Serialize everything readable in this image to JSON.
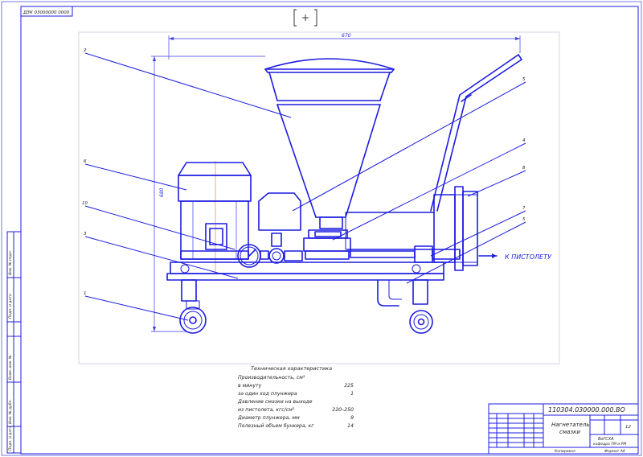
{
  "stamp_top_left": "ДЗК 03000000 0000",
  "dimensions": {
    "width": "670",
    "height": "680"
  },
  "callouts": [
    "2",
    "6",
    "10",
    "3",
    "1",
    "5",
    "4",
    "8",
    "7",
    "5"
  ],
  "outlet_label": "К ПИСТОЛЕТУ",
  "tech_spec": {
    "title": "Техническая характеристика",
    "rows": [
      {
        "label": "Производительность, см³",
        "value": ""
      },
      {
        "label": "  в минуту",
        "value": "225"
      },
      {
        "label": "  за один ход плунжера",
        "value": "1"
      },
      {
        "label": "Давление смазки на выходе",
        "value": ""
      },
      {
        "label": "  из пистолета, кгс/см²",
        "value": "220–250"
      },
      {
        "label": "Диаметр плунжера, мм",
        "value": "9"
      },
      {
        "label": "Полезный объем бункера, кг",
        "value": "14"
      }
    ]
  },
  "title_block": {
    "doc_code": "110304.030000.000.ВО",
    "name_line1": "Нагнетатель",
    "name_line2": "смазки",
    "org_line1": "ВоГСХА",
    "org_line2": "кафедра ТМ и РМ",
    "sheet_no": "12",
    "footer_left": "Копировал",
    "footer_right": "Формат А4"
  },
  "side_stamps": [
    "Инв. № подл.",
    "Подп. и дата",
    "Взам. инв. №",
    "Инв. № дубл.",
    "Подп. и дата"
  ]
}
